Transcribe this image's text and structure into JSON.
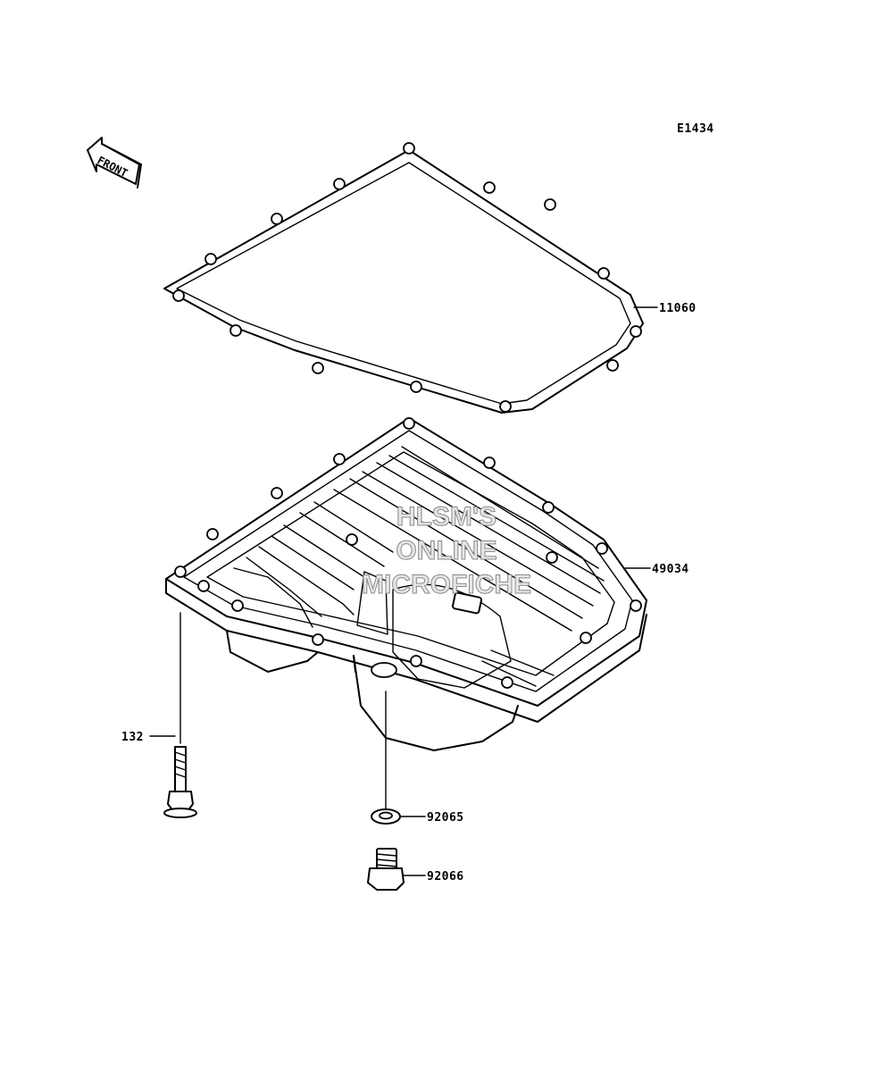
{
  "diagram": {
    "code": "E1434",
    "front_label": "FRONT",
    "watermark": [
      "HLSM'S",
      "ONLINE",
      "MICROFICHE"
    ],
    "parts": [
      {
        "number": "11060"
      },
      {
        "number": "49034"
      },
      {
        "number": "132"
      },
      {
        "number": "92065"
      },
      {
        "number": "92066"
      }
    ],
    "colors": {
      "ink": "#000000",
      "background": "#ffffff",
      "watermark": "#8a8a8a"
    }
  }
}
